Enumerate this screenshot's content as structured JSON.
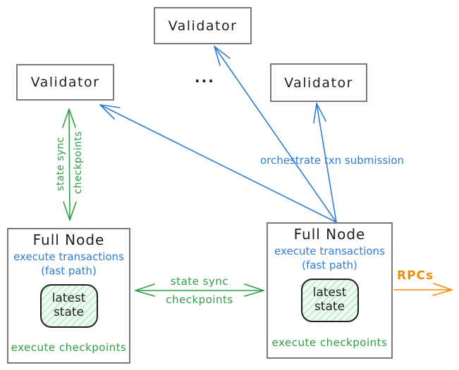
{
  "colors": {
    "blue": "#2e7cd6",
    "green": "#2f9e44",
    "orange": "#f08c00",
    "box_border": "#7a7a7a",
    "text": "#1e1e1e",
    "state_fill": "#effaf1",
    "state_hatch": "#b9ecc4"
  },
  "nodes": {
    "validator_top": {
      "label": "Validator"
    },
    "validator_left": {
      "label": "Validator"
    },
    "validator_right": {
      "label": "Validator"
    },
    "ellipsis": "...",
    "full_node_left": {
      "title": "Full Node",
      "blue_line1": "execute transactions",
      "blue_line2": "(fast path)",
      "state_line1": "latest",
      "state_line2": "state",
      "footer": "execute checkpoints"
    },
    "full_node_right": {
      "title": "Full Node",
      "blue_line1": "execute transactions",
      "blue_line2": "(fast path)",
      "state_line1": "latest",
      "state_line2": "state",
      "footer": "execute checkpoints"
    }
  },
  "edges": {
    "state_sync_left": {
      "line1": "state sync",
      "line2": "checkpoints"
    },
    "state_sync_middle": {
      "line1": "state sync",
      "line2": "checkpoints"
    },
    "orchestrate": {
      "label": "orchestrate txn submission"
    },
    "rpcs": {
      "label": "RPCs"
    }
  }
}
